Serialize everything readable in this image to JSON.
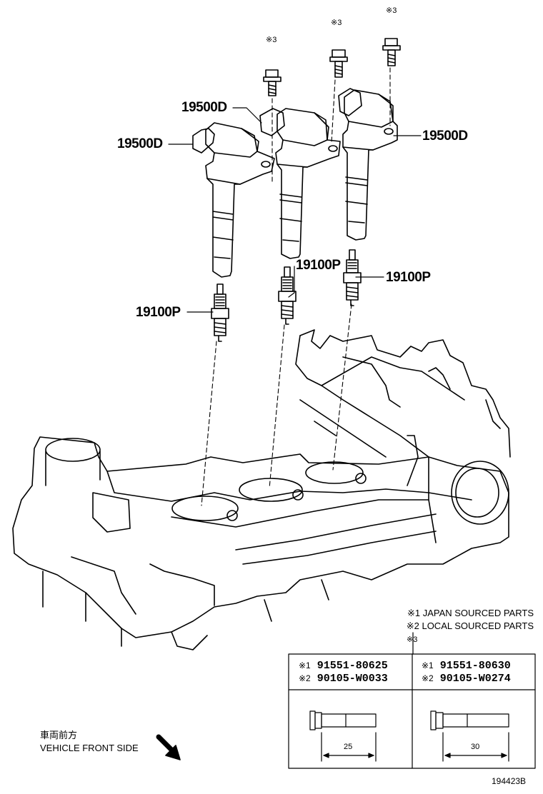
{
  "labels": {
    "coil": "19500D",
    "plug": "19100P",
    "ref_mark": "※3"
  },
  "notes": {
    "japan": "※1 JAPAN SOURCED PARTS",
    "local": "※2 LOCAL SOURCED PARTS"
  },
  "bolt_table": {
    "title": "※3",
    "columns": [
      {
        "line1_mark": "※1",
        "line1_pn": "91551-80625",
        "line2_mark": "※2",
        "line2_pn": "90105-W0033",
        "length": "25"
      },
      {
        "line1_mark": "※1",
        "line1_pn": "91551-80630",
        "line2_mark": "※2",
        "line2_pn": "90105-W0274",
        "length": "30"
      }
    ]
  },
  "front_label": {
    "jp": "車両前方",
    "en": "VEHICLE FRONT SIDE"
  },
  "figure_id": "194423B"
}
